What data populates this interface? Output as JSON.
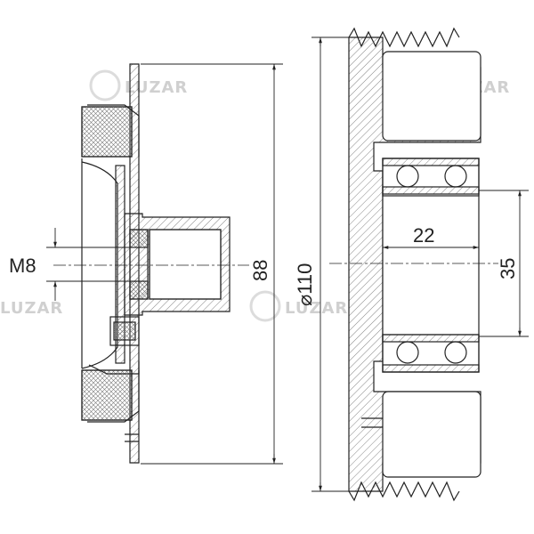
{
  "drawing": {
    "dimensions": {
      "thread": "M8",
      "hub_diameter": "88",
      "pulley_diameter": "⌀110",
      "bearing_width": "22",
      "bearing_bore": "35"
    },
    "watermark": "LUZAR",
    "colors": {
      "line": "#222222",
      "hatch": "#666666",
      "watermark": "#d0d0d0",
      "background": "#ffffff"
    }
  }
}
